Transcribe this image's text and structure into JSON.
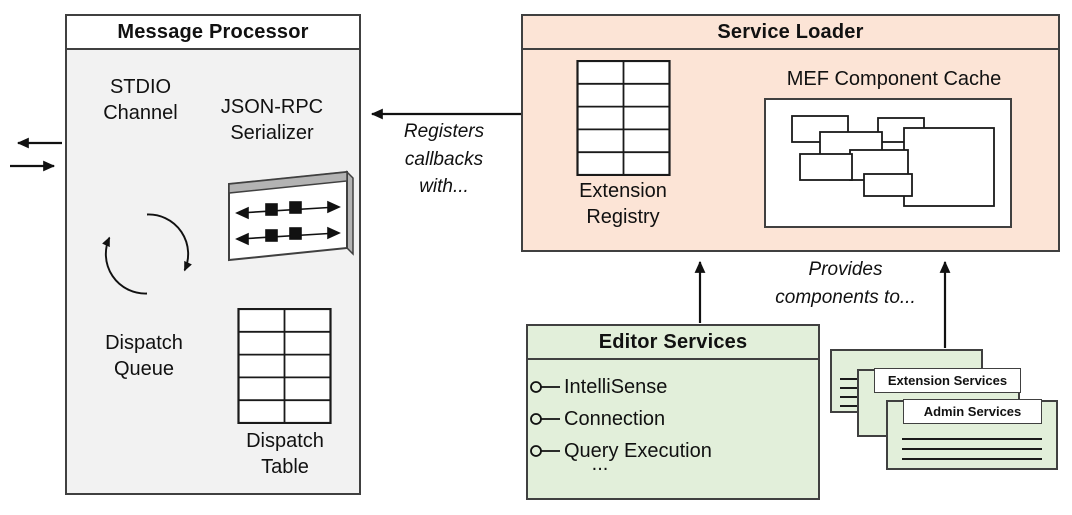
{
  "colors": {
    "processor_bg": "#f2f2f2",
    "processor_header_bg": "#ffffff",
    "loader_bg": "#fce4d6",
    "services_bg": "#e2efda",
    "card_title_bg": "#ffffff",
    "border": "#404040",
    "line": "#111111"
  },
  "message_processor": {
    "title": "Message Processor",
    "stdio_channel_label": "STDIO\nChannel",
    "json_rpc_label": "JSON-RPC\nSerializer",
    "dispatch_queue_label": "Dispatch\nQueue",
    "dispatch_table_label": "Dispatch\nTable"
  },
  "service_loader": {
    "title": "Service Loader",
    "extension_registry_label": "Extension\nRegistry",
    "mef_cache_label": "MEF Component Cache"
  },
  "editor_services": {
    "title": "Editor Services",
    "items": [
      "IntelliSense",
      "Connection",
      "Query Execution"
    ],
    "ellipsis": "..."
  },
  "service_stack": {
    "card_titles": [
      "Extension Services",
      "Admin Services"
    ]
  },
  "annotations": {
    "registers_callbacks": "Registers\ncallbacks\nwith...",
    "provides_components": "Provides\ncomponents to..."
  },
  "icons": {
    "stdio": "bidirectional-arrows-icon",
    "json_rpc": "serializer-ribbon-icon",
    "dispatch_queue": "circular-arrows-icon",
    "dispatch_table": "table-grid-icon",
    "extension_registry": "table-grid-icon",
    "mef_cache": "nested-components-icon",
    "editor_items": "lollipop-connector-icon"
  }
}
